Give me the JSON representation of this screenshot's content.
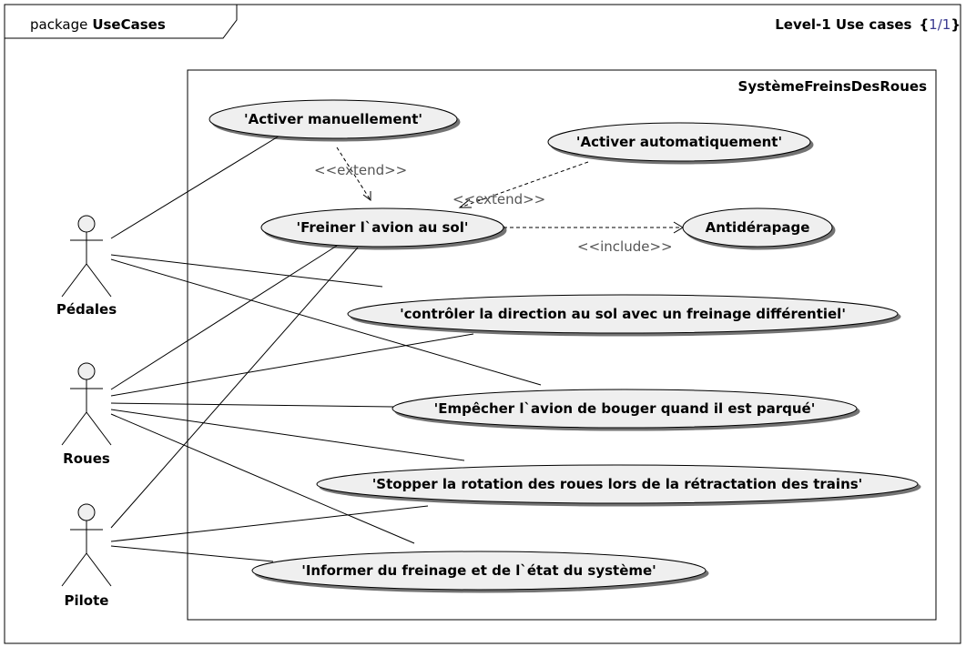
{
  "package": {
    "keyword": "package",
    "name": "UseCases"
  },
  "header_right": {
    "title": "Level-1 Use cases",
    "brace_open": "{",
    "page": "1/1",
    "brace_close": "}"
  },
  "system": {
    "name": "SystèmeFreinsDesRoues"
  },
  "actors": [
    {
      "name": "Pédales"
    },
    {
      "name": "Roues"
    },
    {
      "name": "Pilote"
    }
  ],
  "use_cases": [
    {
      "id": "uc_manual",
      "label": "'Activer manuellement'"
    },
    {
      "id": "uc_auto",
      "label": "'Activer automatiquement'"
    },
    {
      "id": "uc_brake",
      "label": "'Freiner l`avion au sol'"
    },
    {
      "id": "uc_antiskid",
      "label": "Antidérapage"
    },
    {
      "id": "uc_direction",
      "label": "'contrôler la direction au sol avec un freinage différentiel'"
    },
    {
      "id": "uc_parked",
      "label": "'Empêcher l`avion de bouger quand il est parqué'"
    },
    {
      "id": "uc_retract",
      "label": "'Stopper la rotation des roues lors de la rétractation des trains'"
    },
    {
      "id": "uc_inform",
      "label": "'Informer du freinage et de l`état du système'"
    }
  ],
  "relations": {
    "extend_label": "<<extend>>",
    "include_label": "<<include>>"
  }
}
